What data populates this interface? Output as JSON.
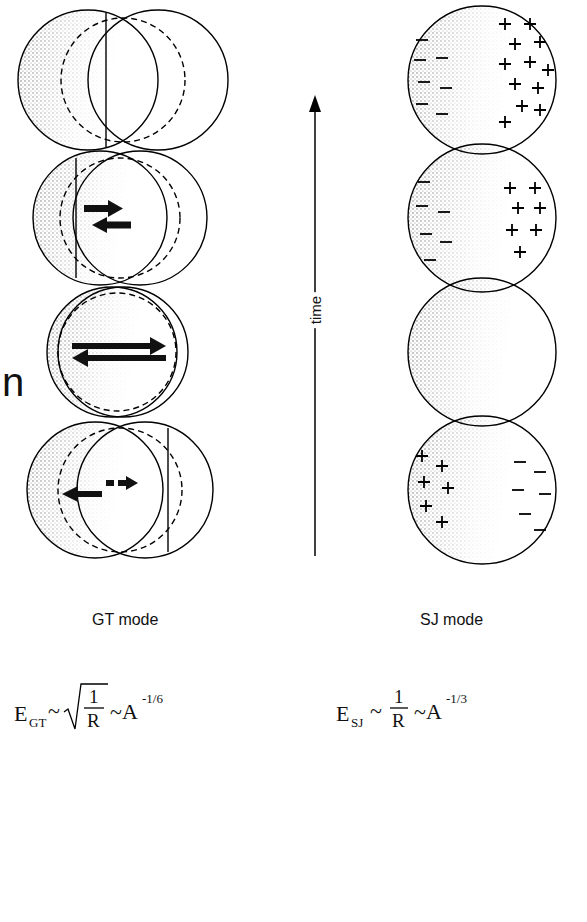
{
  "diagram": {
    "labels": [
      "n",
      "time",
      "GT mode",
      "SJ mode",
      "E",
      "GT",
      "~",
      "1",
      "R",
      "~A",
      "-1/6",
      "E",
      "SJ",
      "~",
      "1",
      "R",
      "~A",
      "-1/3"
    ]
  }
}
